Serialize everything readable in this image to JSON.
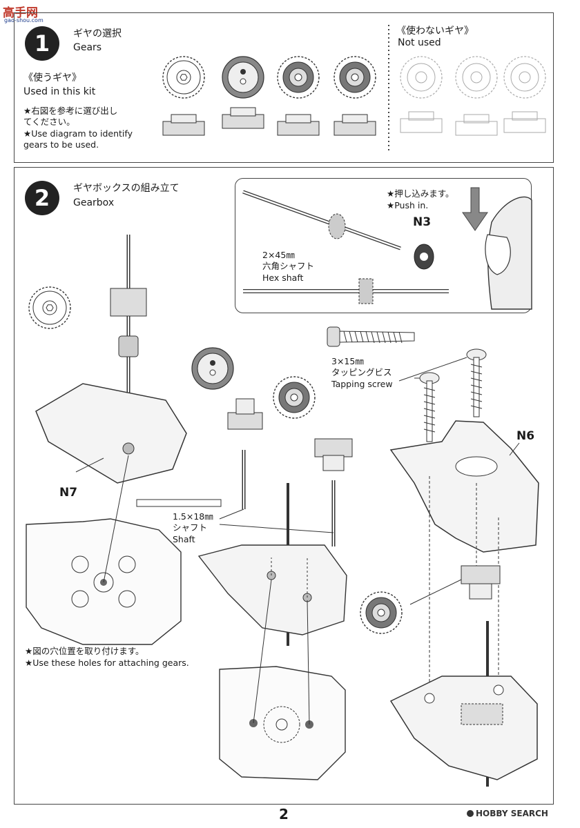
{
  "watermark": {
    "site": "高手网",
    "url": "gao-shou.com"
  },
  "step1": {
    "number": "1",
    "title_jp": "ギヤの選択",
    "title_en": "Gears",
    "used": {
      "jp": "《使うギヤ》",
      "en": "Used in this kit"
    },
    "note_jp_1": "★右図を参考に選び出し",
    "note_jp_2": "てください。",
    "note_en_1": "★Use diagram to identify",
    "note_en_2": "gears to be used.",
    "not_used": {
      "jp": "《使わないギヤ》",
      "en": "Not used"
    }
  },
  "step2": {
    "number": "2",
    "title_jp": "ギヤボックスの組み立て",
    "title_en": "Gearbox",
    "push_jp": "★押し込みます。",
    "push_en": "★Push in.",
    "part_n3": "N3",
    "hex_shaft": {
      "size": "2×45㎜",
      "jp": "六角シャフト",
      "en": "Hex shaft"
    },
    "tapping_screw": {
      "size": "3×15㎜",
      "jp": "タッピングビス",
      "en": "Tapping screw"
    },
    "part_n6": "N6",
    "part_n7": "N7",
    "shaft": {
      "size": "1.5×18㎜",
      "jp": "シャフト",
      "en": "Shaft"
    },
    "holes_jp": "★図の穴位置を取り付けます。",
    "holes_en": "★Use these holes for attaching gears."
  },
  "footer": {
    "page_number": "2",
    "brand": "HOBBY SEARCH"
  },
  "icons": [
    "gear-icon",
    "pinion-gear-icon",
    "hex-shaft-icon",
    "screw-icon",
    "gearbox-icon",
    "arrow-down-icon",
    "hand-icon"
  ]
}
